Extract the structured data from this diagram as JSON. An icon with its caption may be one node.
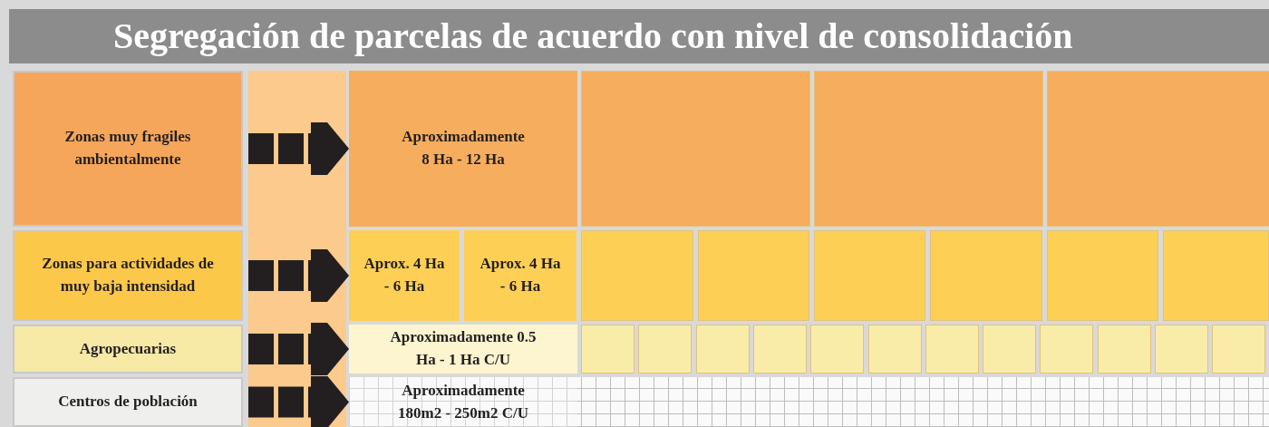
{
  "diagram": {
    "title": "Segregación de parcelas de acuerdo con  nivel de consolidación",
    "nodes": [
      {
        "text": [
          "Zonas muy fragiles ambientalmente"
        ]
      },
      {
        "text": [
          "Aproximadamente 8  Ha - 12  Ha"
        ]
      },
      {
        "text": [],
        "shape": "box"
      },
      {
        "text": [],
        "shape": "box"
      },
      {
        "text": [],
        "shape": "box"
      },
      {
        "text": [
          "Zonas para actividades de  muy baja intensidad"
        ]
      },
      {
        "text": [
          "Aprox. 4 Ha - 6 Ha"
        ]
      },
      {
        "text": [
          "Aprox. 4 Ha - 6 Ha"
        ]
      },
      {
        "text": [],
        "shape": "box"
      },
      {
        "text": [],
        "shape": "box"
      },
      {
        "text": [],
        "shape": "box"
      },
      {
        "text": [],
        "shape": "box"
      },
      {
        "text": [],
        "shape": "box"
      },
      {
        "text": [],
        "shape": "box"
      },
      {
        "text": [
          "Agropecuarias"
        ]
      },
      {
        "text": [
          "Aproximadamente 0.5  Ha - 1  Ha C/U"
        ]
      },
      {
        "text": [],
        "shape": "box"
      },
      {
        "text": [],
        "shape": "box"
      },
      {
        "text": [],
        "shape": "box"
      },
      {
        "text": [],
        "shape": "box"
      },
      {
        "text": [],
        "shape": "box"
      },
      {
        "text": [],
        "shape": "box"
      },
      {
        "text": [],
        "shape": "box"
      },
      {
        "text": [],
        "shape": "box"
      },
      {
        "text": [],
        "shape": "box"
      },
      {
        "text": [],
        "shape": "box"
      },
      {
        "text": [],
        "shape": "box"
      },
      {
        "text": [],
        "shape": "box"
      },
      {
        "text": [
          "Centros de población"
        ]
      },
      {
        "text": [
          "Aproximadamente 180m2 - 250m2 C/U"
        ]
      }
    ],
    "edges": [
      {
        "from": 0,
        "to": 1,
        "arrow": "to"
      },
      {
        "from": 5,
        "to": 6,
        "arrow": "to"
      },
      {
        "from": 14,
        "to": 15,
        "arrow": "to"
      },
      {
        "from": 28,
        "to": 29,
        "arrow": "to"
      }
    ]
  }
}
